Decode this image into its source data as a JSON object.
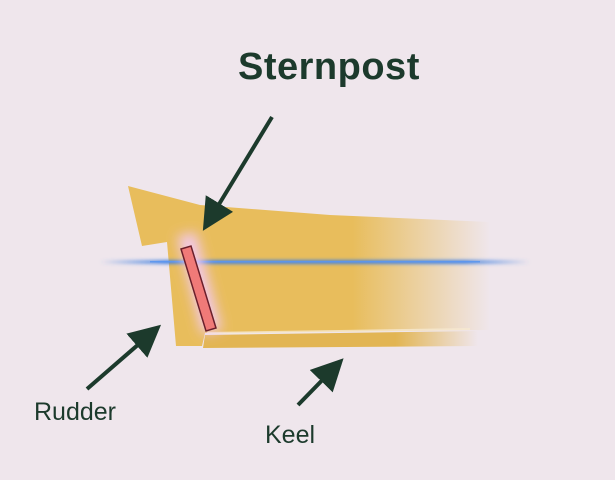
{
  "labels": {
    "sternpost": "Sternpost",
    "rudder": "Rudder",
    "keel": "Keel"
  },
  "colors": {
    "background": "#efe6ec",
    "hull": "#e8bd5c",
    "hull_shade": "#dfb150",
    "rudder_fill": "#f07a78",
    "rudder_stroke": "#6a1f2b",
    "rudder_glow": "#f3c9ef",
    "arrow": "#1c3a2c",
    "waterline": "#3f7fe0",
    "text": "#1c3a2c"
  }
}
